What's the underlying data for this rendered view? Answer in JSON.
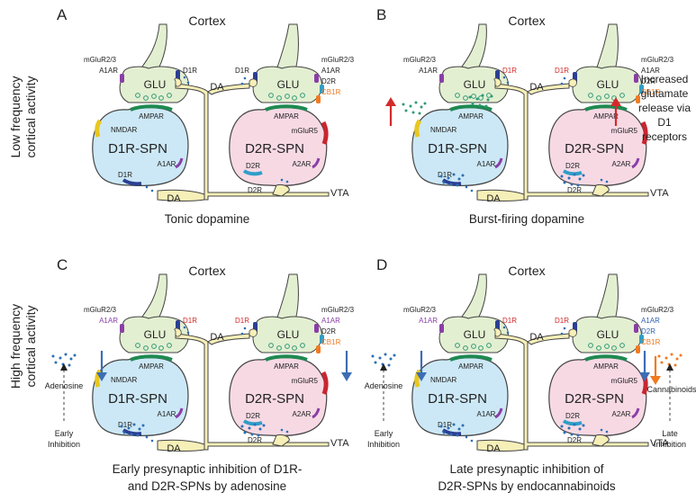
{
  "row_labels": {
    "top": [
      "Low frequency",
      "cortical activity"
    ],
    "bottom": [
      "High frequency",
      "cortical activity"
    ]
  },
  "colors": {
    "d1_cell": "#cce8f6",
    "d2_cell": "#f7d9e4",
    "presynaptic": "#e3efd1",
    "axon_fill": "#f6efb8",
    "arrow_red": "#d42a2a",
    "arrow_blue": "#3d6db5",
    "arrow_orange": "#f07a21",
    "dot_teal": "#2e9a78",
    "dot_blue": "#2c6fb3"
  },
  "panels": [
    {
      "letter": "A",
      "cortex": "Cortex",
      "caption": [
        "Tonic dopamine"
      ],
      "left_syn": {
        "mglur": "mGluR2/3",
        "a1ar": "A1AR",
        "d1r": "D1R"
      },
      "right_syn": {
        "d1r": "D1R",
        "mglur": "mGluR2/3",
        "a1ar": "A1AR",
        "d2r": "D2R",
        "cb1r": "CB1R"
      },
      "glu": "GLU",
      "ampar": "AMPAR",
      "nmdar": "NMDAR",
      "mglur5": "mGluR5",
      "d1_title": "D1R-SPN",
      "d2_title": "D2R-SPN",
      "d1_a1ar": "A1AR",
      "d2_a2ar": "A2AR",
      "d1_d1r": "D1R",
      "d2_d2r": "D2R",
      "da_left": "DA",
      "da_right": "DA",
      "vta": "VTA"
    },
    {
      "letter": "B",
      "cortex": "Cortex",
      "caption": [
        "Burst-firing dopamine"
      ],
      "left_syn": {
        "mglur": "mGluR2/3",
        "a1ar": "A1AR",
        "d1r": "D1R"
      },
      "right_syn": {
        "d1r": "D1R",
        "mglur": "mGluR2/3",
        "a1ar": "A1AR",
        "d2r": "D2R",
        "cb1r": "CB1R"
      },
      "glu": "GLU",
      "ampar": "AMPAR",
      "nmdar": "NMDAR",
      "mglur5": "mGluR5",
      "d1_title": "D1R-SPN",
      "d2_title": "D2R-SPN",
      "d1_a1ar": "A1AR",
      "d2_a2ar": "A2AR",
      "d1_d1r": "D1R",
      "d2_d2r": "D2R",
      "da_left": "DA",
      "da_right": "DA",
      "vta": "VTA",
      "side_text": [
        "Increased",
        "glutamate",
        "release via",
        "D1",
        "receptors"
      ]
    },
    {
      "letter": "C",
      "cortex": "Cortex",
      "caption": [
        "Early presynaptic inhibition of D1R-",
        "and D2R-SPNs by adenosine"
      ],
      "left_syn": {
        "mglur": "mGluR2/3",
        "a1ar": "A1AR",
        "d1r": "D1R"
      },
      "right_syn": {
        "d1r": "D1R",
        "mglur": "mGluR2/3",
        "a1ar": "A1AR",
        "d2r": "D2R",
        "cb1r": "CB1R"
      },
      "glu": "GLU",
      "ampar": "AMPAR",
      "nmdar": "NMDAR",
      "mglur5": "mGluR5",
      "d1_title": "D1R-SPN",
      "d2_title": "D2R-SPN",
      "d1_a1ar": "A1AR",
      "d2_a2ar": "A2AR",
      "d1_d1r": "D1R",
      "d2_d2r": "D2R",
      "da_left": "DA",
      "da_right": "DA",
      "vta": "VTA",
      "adenosine": "Adenosine",
      "early_inhibition": [
        "Early",
        "Inhibition"
      ]
    },
    {
      "letter": "D",
      "cortex": "Cortex",
      "caption": [
        "Late presynaptic inhibition of",
        "D2R-SPNs by endocannabinoids"
      ],
      "left_syn": {
        "mglur": "mGluR2/3",
        "a1ar": "A1AR",
        "d1r": "D1R"
      },
      "right_syn": {
        "d1r": "D1R",
        "mglur": "mGluR2/3",
        "a1ar": "A1AR",
        "d2r": "D2R",
        "cb1r": "CB1R"
      },
      "glu": "GLU",
      "ampar": "AMPAR",
      "nmdar": "NMDAR",
      "mglur5": "mGluR5",
      "d1_title": "D1R-SPN",
      "d2_title": "D2R-SPN",
      "d1_a1ar": "A1AR",
      "d2_a2ar": "A2AR",
      "d1_d1r": "D1R",
      "d2_d2r": "D2R",
      "da_left": "DA",
      "da_right": "DA",
      "vta": "VTA",
      "adenosine": "Adenosine",
      "early_inhibition": [
        "Early",
        "Inhibition"
      ],
      "cannabinoids": "Cannabinoids",
      "late_inhibition": [
        "Late",
        "Inhibition"
      ]
    }
  ]
}
